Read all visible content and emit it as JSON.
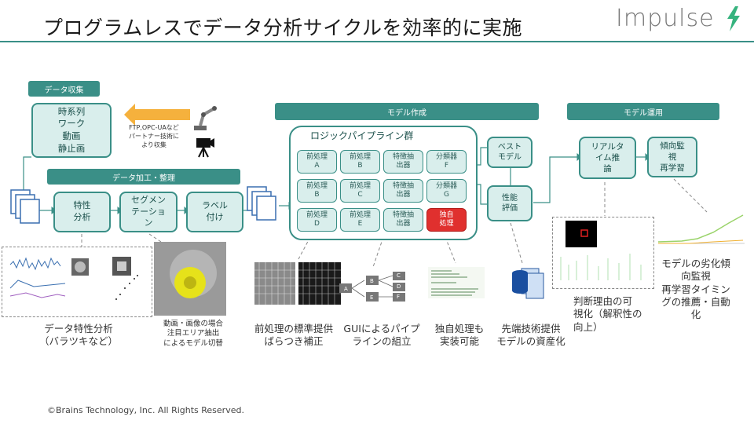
{
  "header": {
    "title": "プログラムレスでデータ分析サイクルを効率的に実施",
    "logo_text": "Impulse"
  },
  "sections": {
    "collect": "データ収集",
    "process": "データ加工・整理",
    "model_build": "モデル作成",
    "model_ops": "モデル運用"
  },
  "boxes": {
    "data_types": "時系列\nワーク\n動画\n静止画",
    "feature_analysis": "特性\n分析",
    "segmentation": "セグメン\nテーショ\nン",
    "labeling": "ラベル\n付け",
    "best_model": "ベスト\nモデル",
    "evaluation": "性能\n評価",
    "realtime": "リアルタ\nイム推\n論",
    "trend": "傾向監\n視\n再学習"
  },
  "collect_note": "FTP,OPC-UAなど\nパートナー技術に\nより収集",
  "pipeline": {
    "title": "ロジックパイプライン群",
    "cells": [
      [
        "前処理\nA",
        "前処理\nB",
        "特徴抽\n出器",
        "分類器\nF"
      ],
      [
        "前処理\nB",
        "前処理\nC",
        "特徴抽\n出器",
        "分類器\nG"
      ],
      [
        "前処理\nD",
        "前処理\nE",
        "特徴抽\n出器",
        "独自\n処理"
      ]
    ]
  },
  "captions": {
    "feature": "データ特性分析\n（バラツキなど）",
    "video": "動画・画像の場合\n注目エリア抽出\nによるモデル切替",
    "preprocess": "前処理の標準提供\nばらつき補正",
    "gui": "GUIによるパイプ\nラインの組立",
    "custom": "独自処理も\n実装可能",
    "asset": "先端技術提供\nモデルの資産化",
    "explain": "判断理由の可\n視化（解釈性の\n向上）",
    "degrade": "モデルの劣化傾\n向監視\n再学習タイミン\nグの推薦・自動\n化"
  },
  "tree": {
    "a": "A",
    "b": "B",
    "c": "C",
    "d": "D",
    "e": "E",
    "f": "F"
  },
  "footer": "©Brains Technology, Inc. All Rights Reserved.",
  "colors": {
    "accent": "#3a8f87",
    "fill": "#d9eeec",
    "red": "#e0302e",
    "arrow": "#f5b13d"
  }
}
